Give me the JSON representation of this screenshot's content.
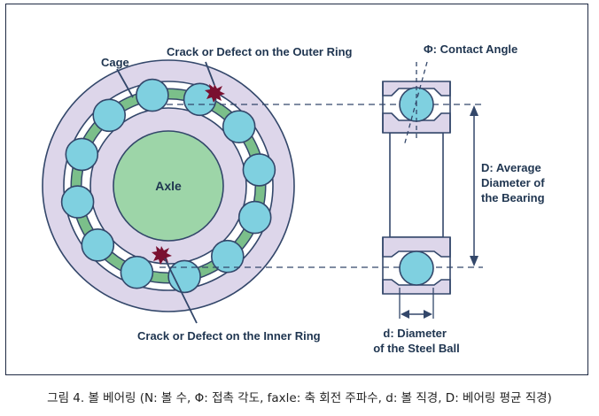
{
  "labels": {
    "cage": "Cage",
    "outer_crack": "Crack or Defect on the Outer Ring",
    "inner_crack": "Crack or Defect on the Inner Ring",
    "axle": "Axle",
    "contact_angle": "Φ: Contact Angle",
    "bearing_diameter": [
      "D: Average",
      "Diameter of",
      "the Bearing"
    ],
    "ball_diameter": [
      "d: Diameter",
      "of the Steel Ball"
    ]
  },
  "caption": "그림 4. 볼 베어링 (N: 볼 수, Φ: 접촉 각도, faxle: 축 회전 주파수, d: 볼 직경, D: 베어링 평균 직경)",
  "colors": {
    "ring": "#ddd6ea",
    "outline": "#33476a",
    "ball": "#7fd0e0",
    "axle": "#9dd5a8",
    "cage": "#7bbf8a",
    "defect": "#7a1030",
    "text": "#1f3550"
  }
}
